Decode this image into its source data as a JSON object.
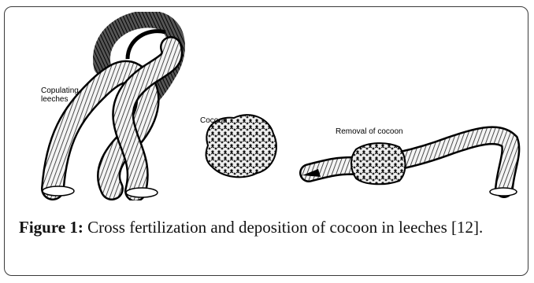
{
  "figure": {
    "labels": {
      "copulating": "Copulating\nleeches",
      "cocoon": "Cocoon",
      "removal": "Removal of cocoon"
    },
    "caption": {
      "label": "Figure 1:",
      "text": "Cross fertilization and deposition of cocoon in leeches [12]."
    }
  }
}
